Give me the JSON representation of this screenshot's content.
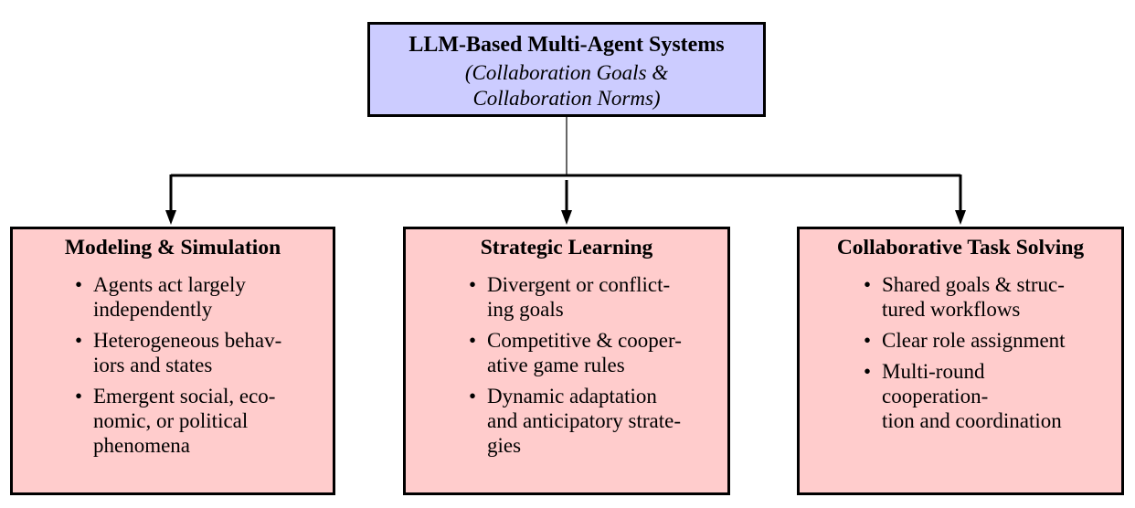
{
  "root": {
    "title": "LLM-Based Multi-Agent Systems",
    "subtitle_lines": [
      "(Collaboration Goals &",
      "Collaboration Norms)"
    ]
  },
  "children": [
    {
      "title": "Modeling & Simulation",
      "bullets": [
        [
          "Agents act largely",
          "independently"
        ],
        [
          "Heterogeneous behav-",
          "iors and states"
        ],
        [
          "Emergent social, eco-",
          "nomic, or political",
          "phenomena"
        ]
      ]
    },
    {
      "title": "Strategic Learning",
      "bullets": [
        [
          "Divergent or conflict-",
          "ing goals"
        ],
        [
          "Competitive & cooper-",
          "ative game rules"
        ],
        [
          "Dynamic adaptation",
          "and anticipatory strate-",
          "gies"
        ]
      ]
    },
    {
      "title": "Collaborative Task Solving",
      "bullets": [
        [
          "Shared goals & struc-",
          "tured workflows"
        ],
        [
          "Clear role assignment"
        ],
        [
          "Multi-round cooperation-",
          "tion and coordination"
        ]
      ]
    }
  ],
  "colors": {
    "root_fill": "#ccccff",
    "child_fill": "#ffcccc",
    "stroke": "#000000"
  }
}
